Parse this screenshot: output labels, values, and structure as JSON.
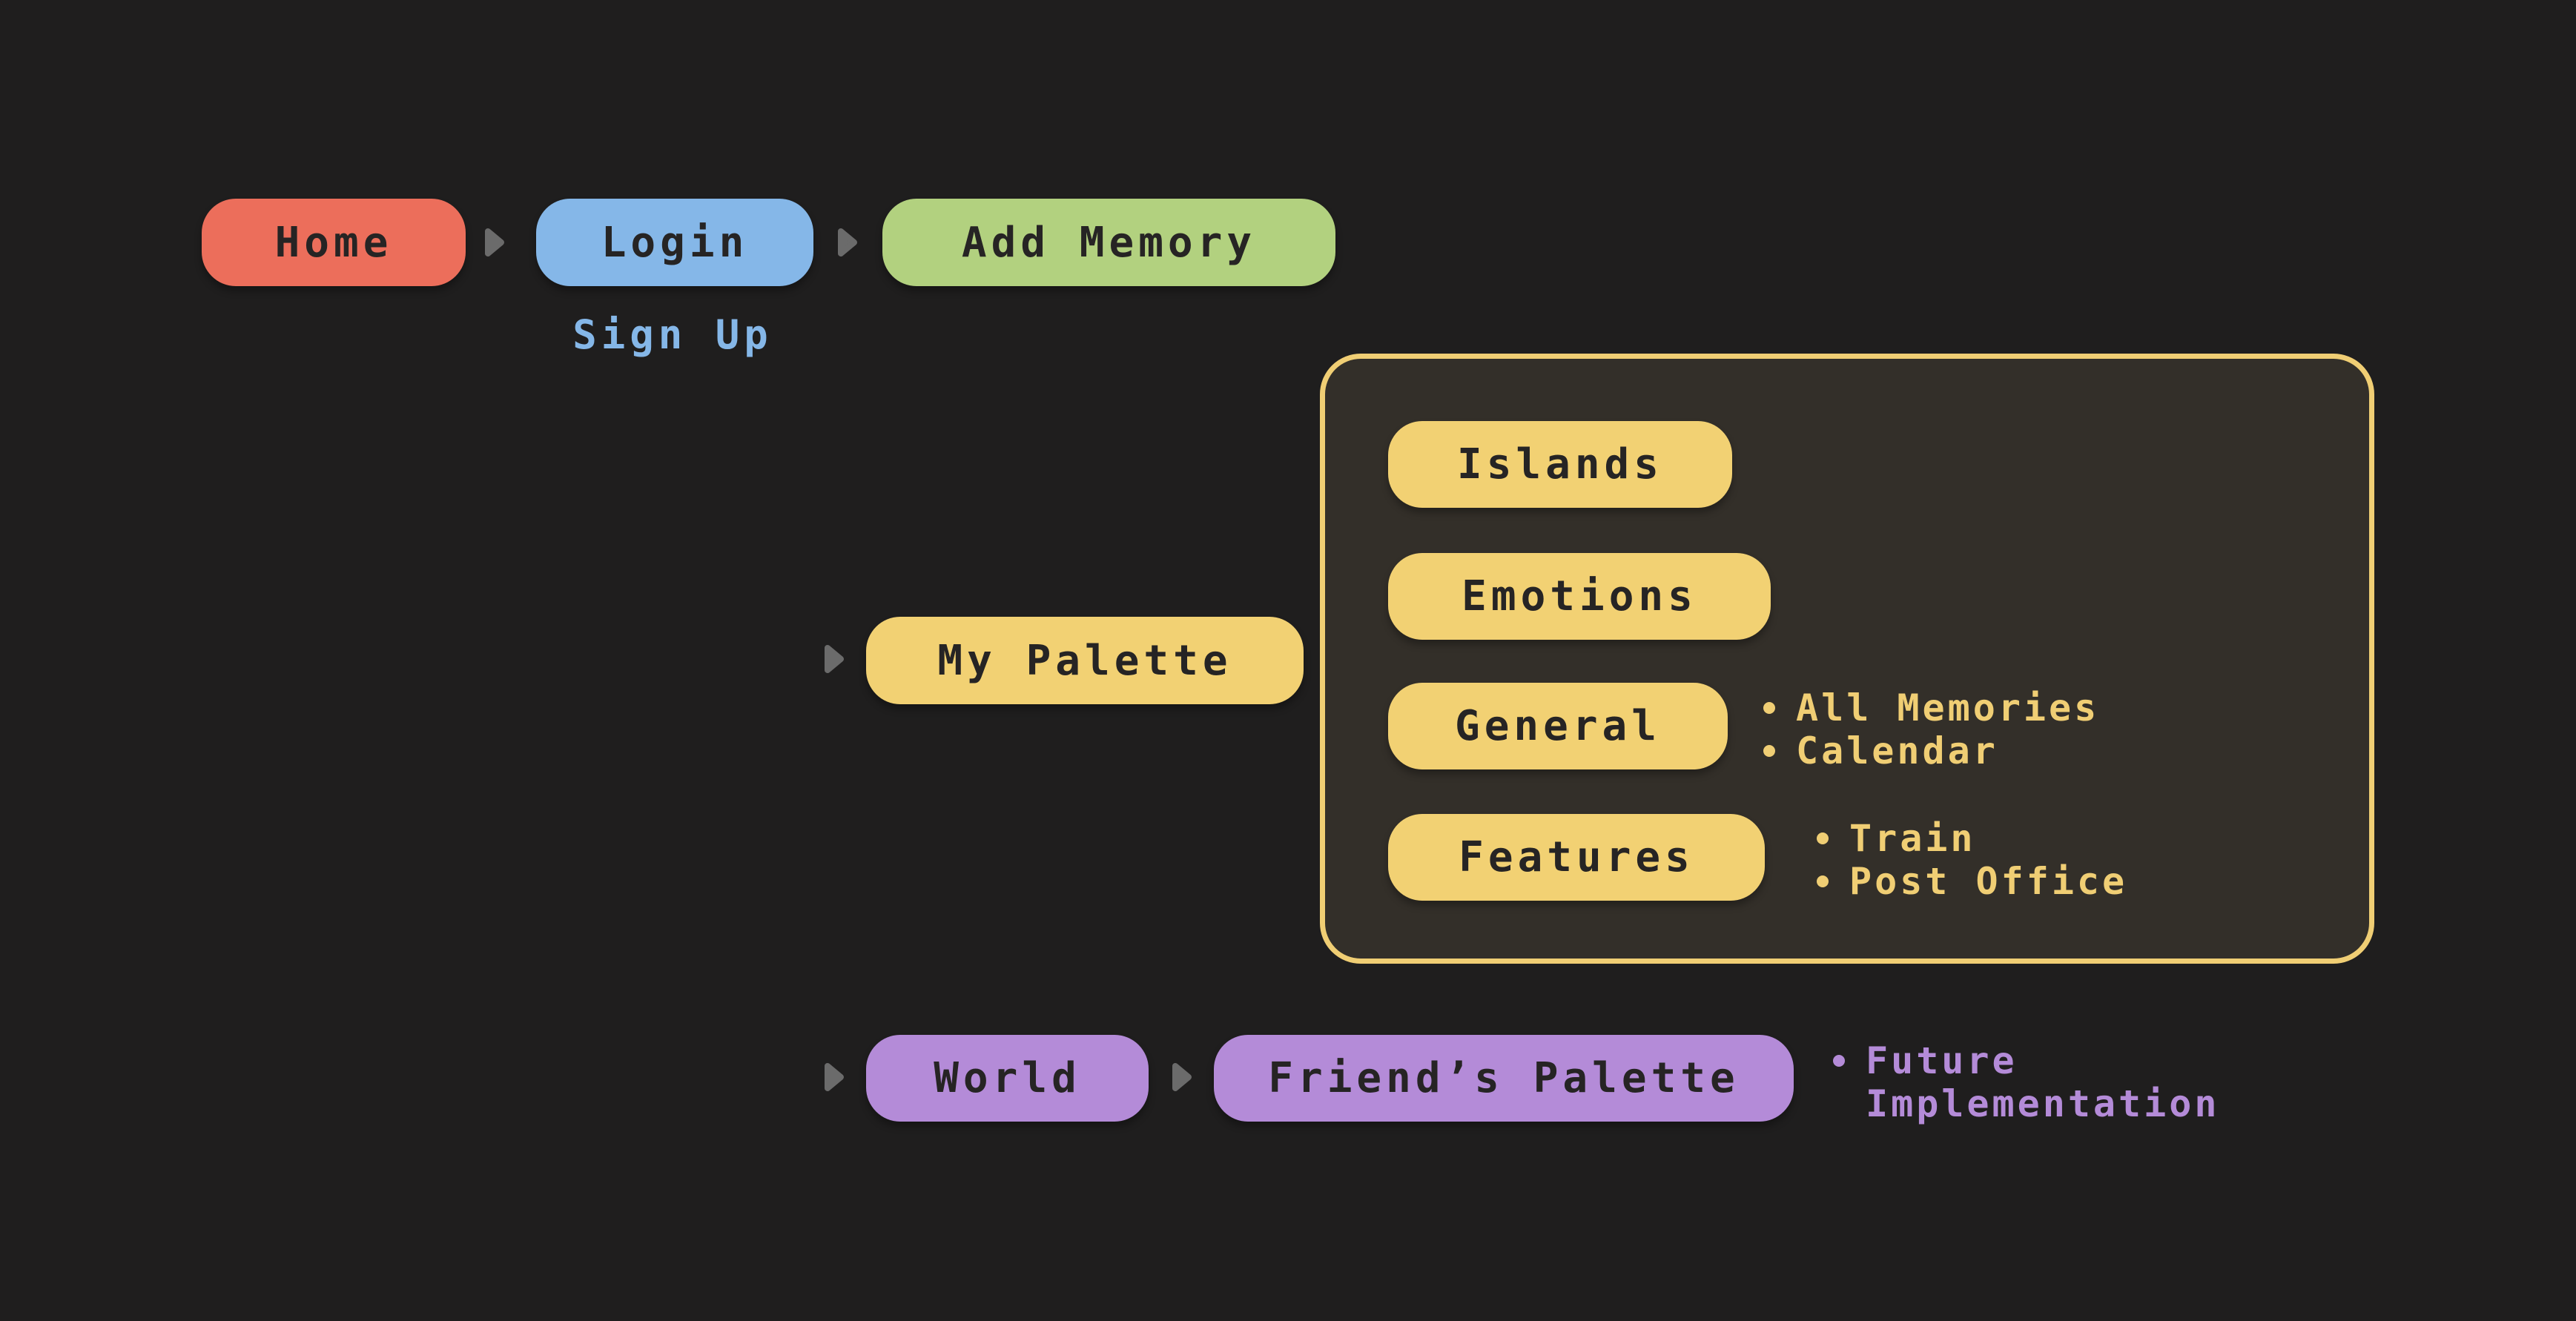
{
  "colors": {
    "background": "#1F1E1E",
    "panel-bg": "#332F29",
    "panel-border": "#F0CE74",
    "red": "#EC6E5B",
    "blue": "#85B7E8",
    "green": "#B2D17F",
    "yellow": "#F2D173",
    "purple": "#B48BD8",
    "arrow": "#6B6B6B",
    "ink": "#262424",
    "yellow-text": "#F0CE74",
    "purple-text": "#B48BD8"
  },
  "nodes": {
    "home": {
      "label": "Home"
    },
    "login": {
      "label": "Login"
    },
    "sign_up": {
      "label": "Sign Up"
    },
    "add_memory": {
      "label": "Add Memory"
    },
    "my_palette": {
      "label": "My Palette"
    },
    "islands": {
      "label": "Islands"
    },
    "emotions": {
      "label": "Emotions"
    },
    "general": {
      "label": "General",
      "bullets": [
        "All Memories",
        "Calendar"
      ]
    },
    "features": {
      "label": "Features",
      "bullets": [
        "Train",
        "Post Office"
      ]
    },
    "world": {
      "label": "World"
    },
    "friends_palette": {
      "label": "Friend’s Palette",
      "bullets": [
        "Future Implementation"
      ]
    }
  }
}
